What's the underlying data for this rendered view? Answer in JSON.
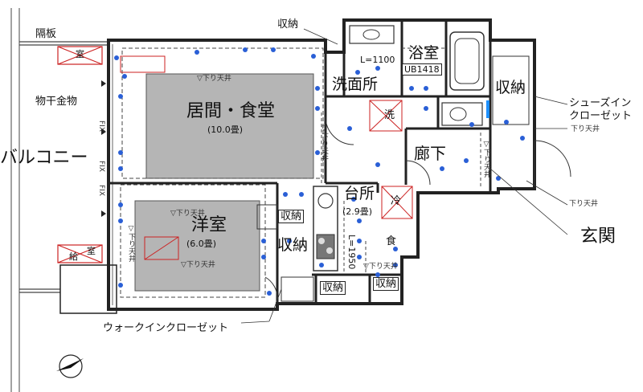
{
  "labels": {
    "partition": "隔板",
    "storage_top": "収納",
    "bath": "浴室",
    "bath_model": "UB1418",
    "bath_length": "L=1100",
    "storage_right": "収納",
    "shoes_closet": "シューズイン\nクローゼット",
    "ceiling_low_1": "下り天井",
    "ceiling_low_2": "下り天井",
    "washroom": "洗面所",
    "wash": "洗",
    "corridor": "廊下",
    "laundry_pole": "物干金物",
    "balcony": "バルコニー",
    "living": "居間・食堂",
    "living_size": "(10.0畳)",
    "living_ceiling": "▽下り天井",
    "western": "洋室",
    "western_size": "(6.0畳)",
    "western_ceiling_top": "▽下り天井",
    "western_ceiling_bottom": "▽下り天井",
    "western_ceiling_side": "▽下り天井",
    "kitchen": "台所",
    "kitchen_size": "(2.9畳)",
    "fridge": "冷",
    "dish": "食",
    "kitchen_length": "L=1950",
    "storage_k1": "収納",
    "storage_k2": "収納",
    "storage_w1": "収納",
    "storage_w2": "収納",
    "entrance": "玄関",
    "walkin": "ウォークインクローゼット",
    "outdoor_unit_1": "室",
    "outdoor_unit_2": "室",
    "outdoor_unit_2b": "給",
    "fix": "FIX",
    "hall_ceiling": "▽下り天井",
    "corridor_ceiling": "▽下り天井",
    "kitchen_ceiling": "▽下り天井"
  }
}
